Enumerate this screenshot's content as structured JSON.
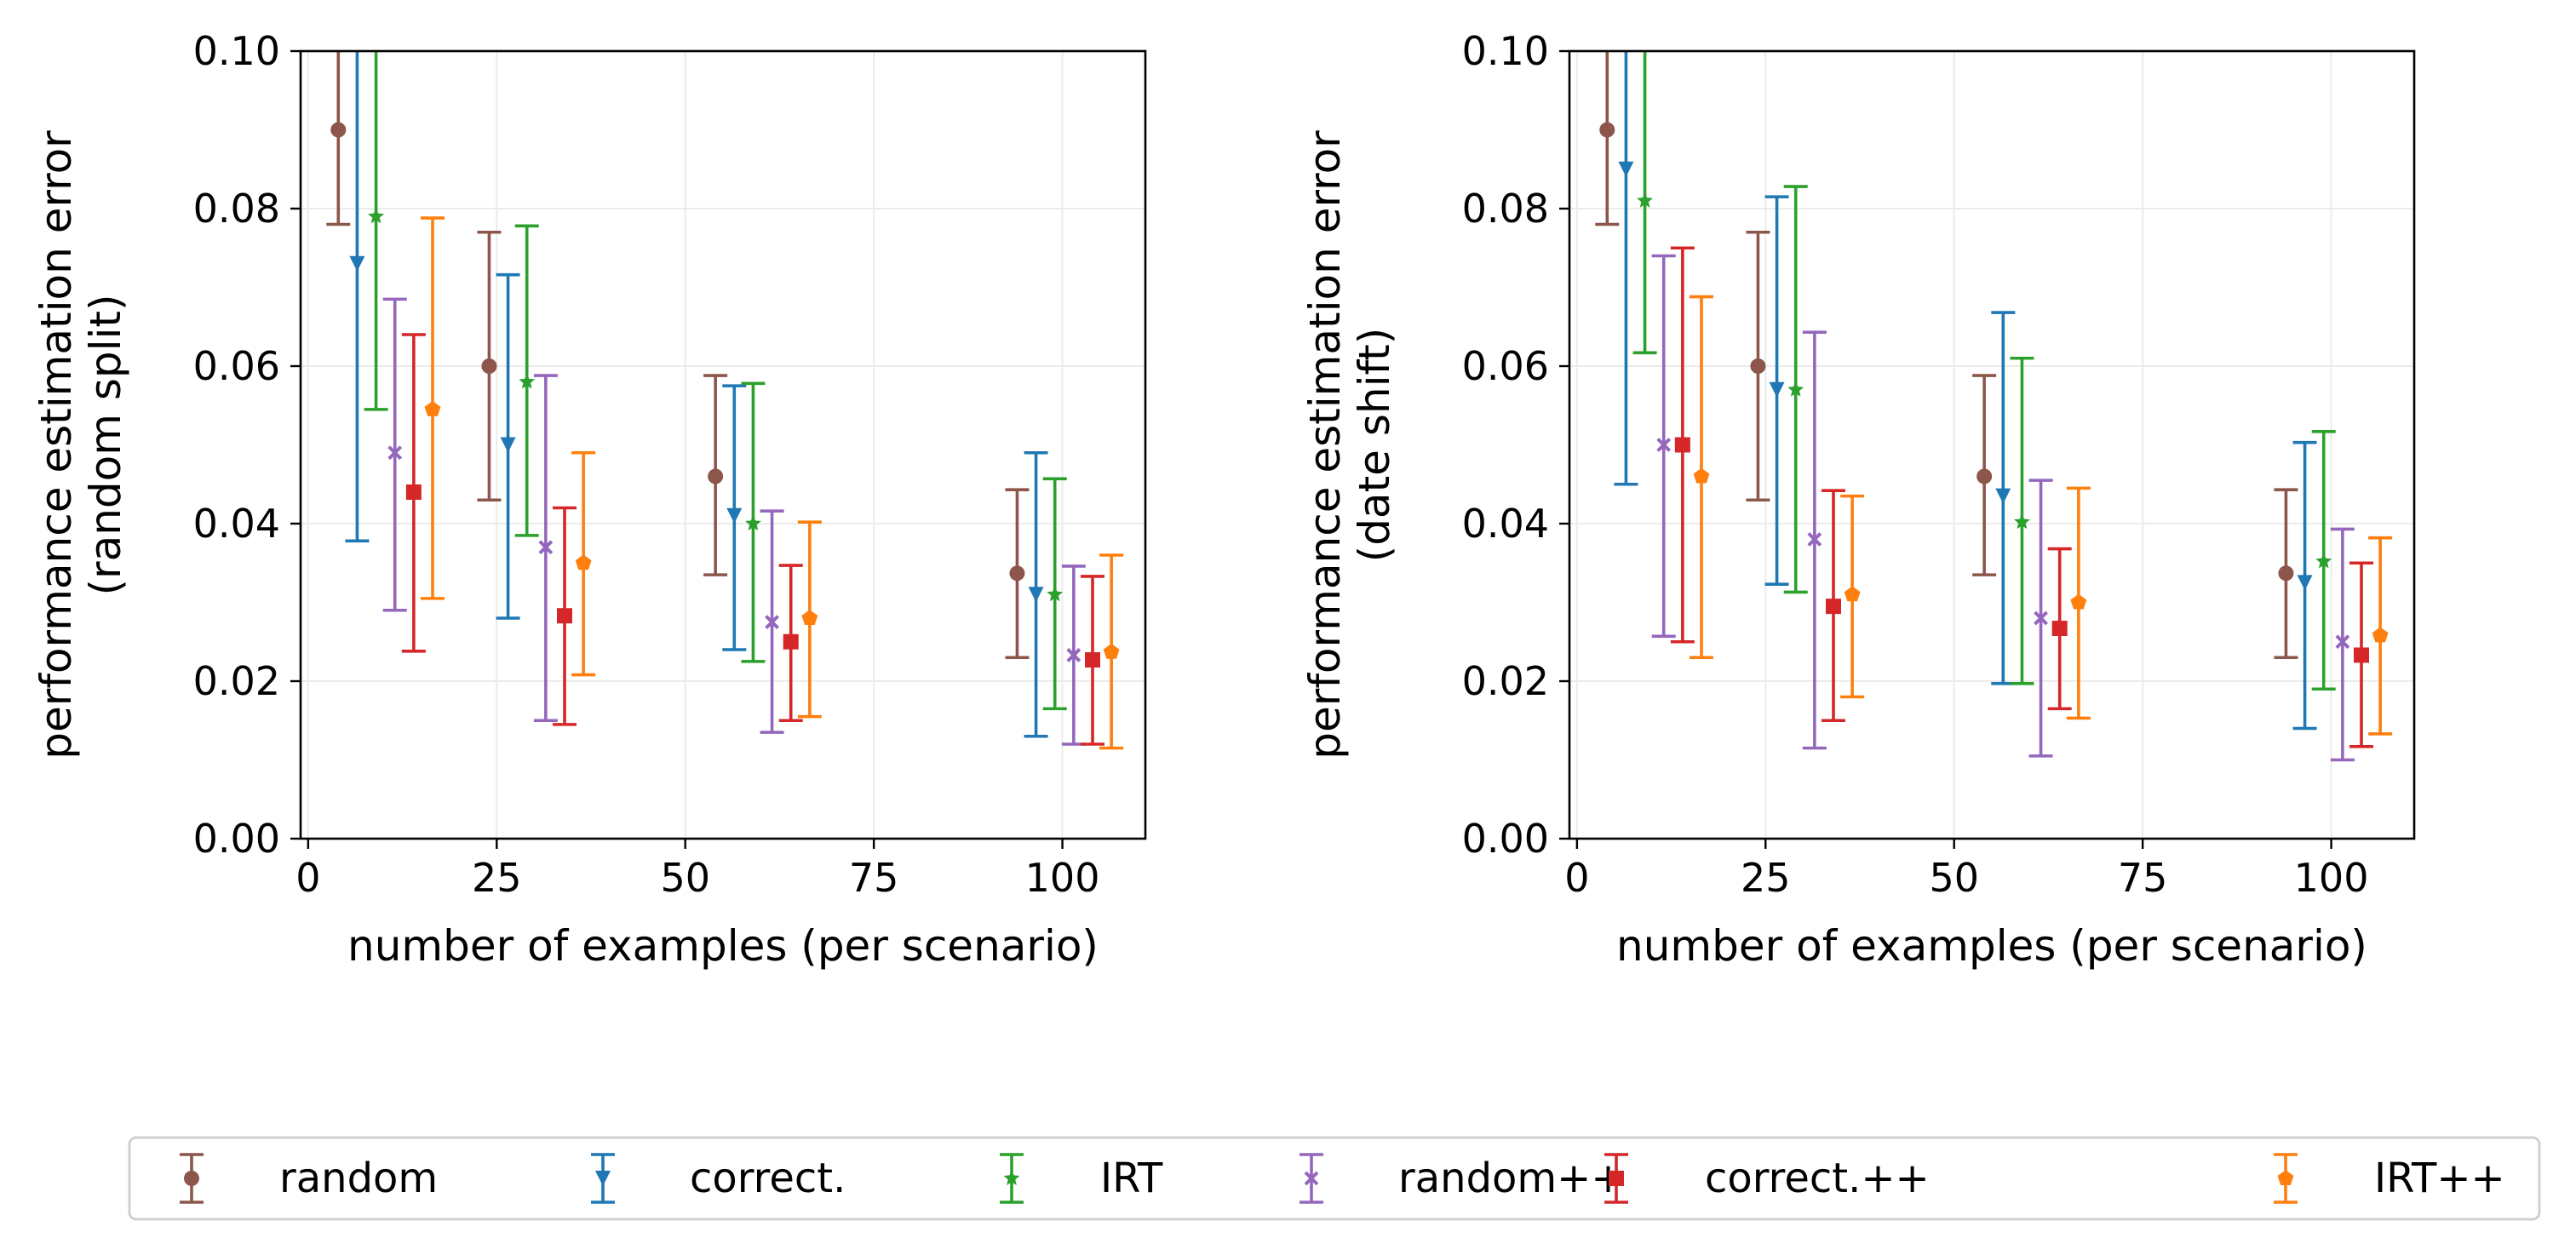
{
  "chart_data": [
    {
      "type": "errorbar",
      "panel": "random-split",
      "xlabel": "number of examples (per scenario)",
      "ylabel_lines": [
        "performance estimation error",
        "(random split)"
      ],
      "xlim": [
        -1,
        111
      ],
      "ylim": [
        0,
        0.1
      ],
      "xticks": [
        0,
        25,
        50,
        75,
        100
      ],
      "yticks": [
        0.0,
        0.02,
        0.04,
        0.06,
        0.08,
        0.1
      ],
      "xtick_labels": [
        "0",
        "25",
        "50",
        "75",
        "100"
      ],
      "ytick_labels": [
        "0.00",
        "0.02",
        "0.04",
        "0.06",
        "0.08",
        "0.10"
      ],
      "grid": true,
      "series": [
        {
          "name": "random",
          "color": "#8c564b",
          "marker": "circle",
          "points": [
            {
              "x": 4,
              "y": 0.09,
              "low": 0.078,
              "high": 0.102
            },
            {
              "x": 24,
              "y": 0.06,
              "low": 0.043,
              "high": 0.077
            },
            {
              "x": 54,
              "y": 0.046,
              "low": 0.0335,
              "high": 0.0588
            },
            {
              "x": 94,
              "y": 0.0337,
              "low": 0.023,
              "high": 0.0443
            }
          ]
        },
        {
          "name": "correct.",
          "color": "#1f77b4",
          "marker": "triangle-down",
          "points": [
            {
              "x": 6.5,
              "y": 0.073,
              "low": 0.0378,
              "high": 0.1
            },
            {
              "x": 26.5,
              "y": 0.05,
              "low": 0.028,
              "high": 0.0716
            },
            {
              "x": 56.5,
              "y": 0.041,
              "low": 0.024,
              "high": 0.0575
            },
            {
              "x": 96.5,
              "y": 0.031,
              "low": 0.013,
              "high": 0.049
            }
          ]
        },
        {
          "name": "IRT",
          "color": "#2ca02c",
          "marker": "star",
          "points": [
            {
              "x": 9,
              "y": 0.079,
              "low": 0.0545,
              "high": 0.1
            },
            {
              "x": 29,
              "y": 0.058,
              "low": 0.0385,
              "high": 0.0778
            },
            {
              "x": 59,
              "y": 0.04,
              "low": 0.0225,
              "high": 0.0578
            },
            {
              "x": 99,
              "y": 0.031,
              "low": 0.0165,
              "high": 0.0457
            }
          ]
        },
        {
          "name": "random++",
          "color": "#9467bd",
          "marker": "x",
          "points": [
            {
              "x": 11.5,
              "y": 0.049,
              "low": 0.029,
              "high": 0.0685
            },
            {
              "x": 31.5,
              "y": 0.037,
              "low": 0.015,
              "high": 0.0588
            },
            {
              "x": 61.5,
              "y": 0.0275,
              "low": 0.0135,
              "high": 0.0416
            },
            {
              "x": 101.5,
              "y": 0.0233,
              "low": 0.012,
              "high": 0.0346
            }
          ]
        },
        {
          "name": "correct.++",
          "color": "#d62728",
          "marker": "square",
          "points": [
            {
              "x": 14,
              "y": 0.044,
              "low": 0.0238,
              "high": 0.064
            },
            {
              "x": 34,
              "y": 0.0283,
              "low": 0.0145,
              "high": 0.042
            },
            {
              "x": 64,
              "y": 0.025,
              "low": 0.015,
              "high": 0.0347
            },
            {
              "x": 104,
              "y": 0.0227,
              "low": 0.012,
              "high": 0.0333
            }
          ]
        },
        {
          "name": "IRT++",
          "color": "#ff7f0e",
          "marker": "pentagon",
          "points": [
            {
              "x": 16.5,
              "y": 0.0545,
              "low": 0.0305,
              "high": 0.0788
            },
            {
              "x": 36.5,
              "y": 0.035,
              "low": 0.0208,
              "high": 0.049
            },
            {
              "x": 66.5,
              "y": 0.028,
              "low": 0.0155,
              "high": 0.0402
            },
            {
              "x": 106.5,
              "y": 0.0237,
              "low": 0.0115,
              "high": 0.036
            }
          ]
        }
      ]
    },
    {
      "type": "errorbar",
      "panel": "date-shift",
      "xlabel": "number of examples (per scenario)",
      "ylabel_lines": [
        "performance estimation error",
        "(date shift)"
      ],
      "xlim": [
        -1,
        111
      ],
      "ylim": [
        0,
        0.1
      ],
      "xticks": [
        0,
        25,
        50,
        75,
        100
      ],
      "yticks": [
        0.0,
        0.02,
        0.04,
        0.06,
        0.08,
        0.1
      ],
      "xtick_labels": [
        "0",
        "25",
        "50",
        "75",
        "100"
      ],
      "ytick_labels": [
        "0.00",
        "0.02",
        "0.04",
        "0.06",
        "0.08",
        "0.10"
      ],
      "grid": true,
      "series": [
        {
          "name": "random",
          "color": "#8c564b",
          "marker": "circle",
          "points": [
            {
              "x": 4,
              "y": 0.09,
              "low": 0.078,
              "high": 0.102
            },
            {
              "x": 24,
              "y": 0.06,
              "low": 0.043,
              "high": 0.077
            },
            {
              "x": 54,
              "y": 0.046,
              "low": 0.0335,
              "high": 0.0588
            },
            {
              "x": 94,
              "y": 0.0337,
              "low": 0.023,
              "high": 0.0443
            }
          ]
        },
        {
          "name": "correct.",
          "color": "#1f77b4",
          "marker": "triangle-down",
          "points": [
            {
              "x": 6.5,
              "y": 0.085,
              "low": 0.045,
              "high": 0.1
            },
            {
              "x": 26.5,
              "y": 0.057,
              "low": 0.0323,
              "high": 0.0815
            },
            {
              "x": 56.5,
              "y": 0.0435,
              "low": 0.0197,
              "high": 0.0668
            },
            {
              "x": 96.5,
              "y": 0.0325,
              "low": 0.014,
              "high": 0.0503
            }
          ]
        },
        {
          "name": "IRT",
          "color": "#2ca02c",
          "marker": "star",
          "points": [
            {
              "x": 9,
              "y": 0.081,
              "low": 0.0617,
              "high": 0.1
            },
            {
              "x": 29,
              "y": 0.057,
              "low": 0.0313,
              "high": 0.0828
            },
            {
              "x": 59,
              "y": 0.0402,
              "low": 0.0197,
              "high": 0.061
            },
            {
              "x": 99,
              "y": 0.0352,
              "low": 0.019,
              "high": 0.0517
            }
          ]
        },
        {
          "name": "random++",
          "color": "#9467bd",
          "marker": "x",
          "points": [
            {
              "x": 11.5,
              "y": 0.05,
              "low": 0.0257,
              "high": 0.074
            },
            {
              "x": 31.5,
              "y": 0.038,
              "low": 0.0115,
              "high": 0.0643
            },
            {
              "x": 61.5,
              "y": 0.028,
              "low": 0.0105,
              "high": 0.0455
            },
            {
              "x": 101.5,
              "y": 0.025,
              "low": 0.01,
              "high": 0.0393
            }
          ]
        },
        {
          "name": "correct.++",
          "color": "#d62728",
          "marker": "square",
          "points": [
            {
              "x": 14,
              "y": 0.05,
              "low": 0.025,
              "high": 0.075
            },
            {
              "x": 34,
              "y": 0.0295,
              "low": 0.015,
              "high": 0.0442
            },
            {
              "x": 64,
              "y": 0.0267,
              "low": 0.0165,
              "high": 0.0368
            },
            {
              "x": 104,
              "y": 0.0233,
              "low": 0.0117,
              "high": 0.035
            }
          ]
        },
        {
          "name": "IRT++",
          "color": "#ff7f0e",
          "marker": "pentagon",
          "points": [
            {
              "x": 16.5,
              "y": 0.046,
              "low": 0.023,
              "high": 0.0688
            },
            {
              "x": 36.5,
              "y": 0.031,
              "low": 0.018,
              "high": 0.0435
            },
            {
              "x": 66.5,
              "y": 0.03,
              "low": 0.0153,
              "high": 0.0445
            },
            {
              "x": 106.5,
              "y": 0.0258,
              "low": 0.0133,
              "high": 0.0382
            }
          ]
        }
      ]
    }
  ]
}
